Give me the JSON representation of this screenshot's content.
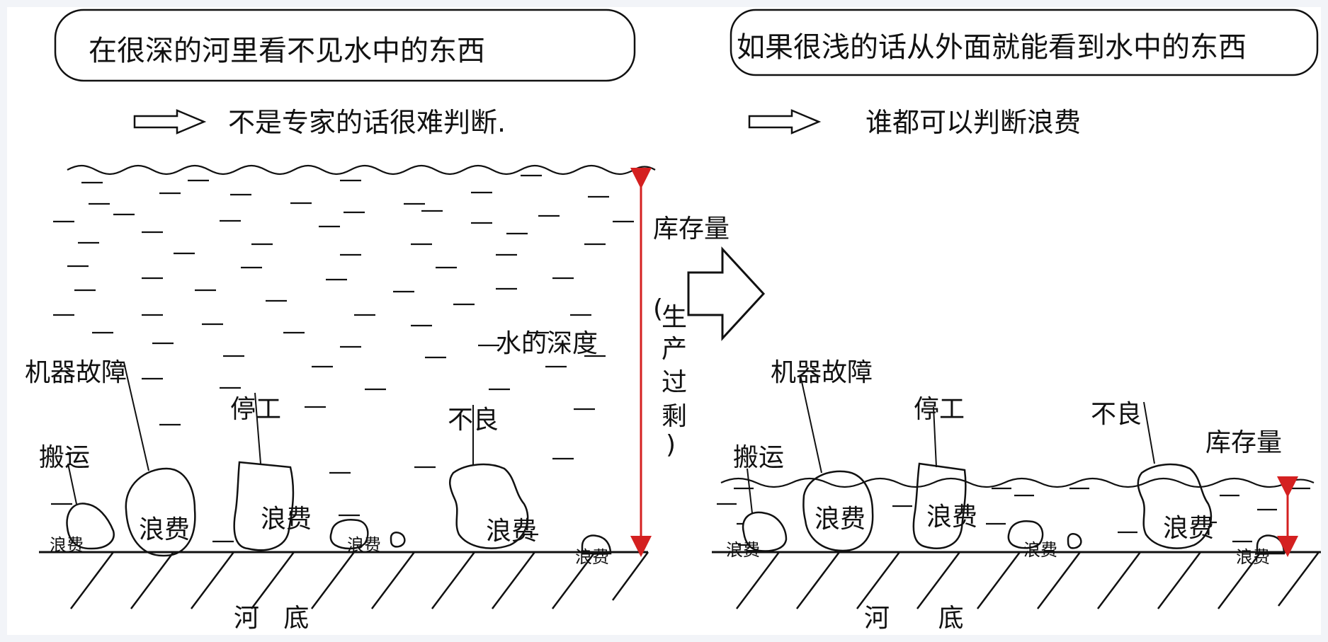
{
  "left": {
    "title": "在很深的河里看不见水中的东西",
    "subtitle": "不是专家的话很难判断.",
    "labels": {
      "inventory": "库存量",
      "water_depth": "水的深度",
      "machine_failure": "机器故障",
      "stoppage": "停工",
      "defect": "不良",
      "transport": "搬运",
      "riverbed": "河   底"
    },
    "overproduction": [
      "(",
      "生",
      "产",
      "过",
      "剩",
      ")"
    ],
    "waste_label": "浪费"
  },
  "right": {
    "title": "如果很浅的话从外面就能看到水中的东西",
    "subtitle": "谁都可以判断浪费",
    "labels": {
      "inventory": "库存量",
      "machine_failure": "机器故障",
      "stoppage": "停工",
      "defect": "不良",
      "transport": "搬运",
      "riverbed": "河      底"
    },
    "waste_label": "浪费"
  },
  "colors": {
    "arrow": "#d42020",
    "line": "#111111",
    "background": "#f2f4f8",
    "panel": "#ffffff"
  }
}
